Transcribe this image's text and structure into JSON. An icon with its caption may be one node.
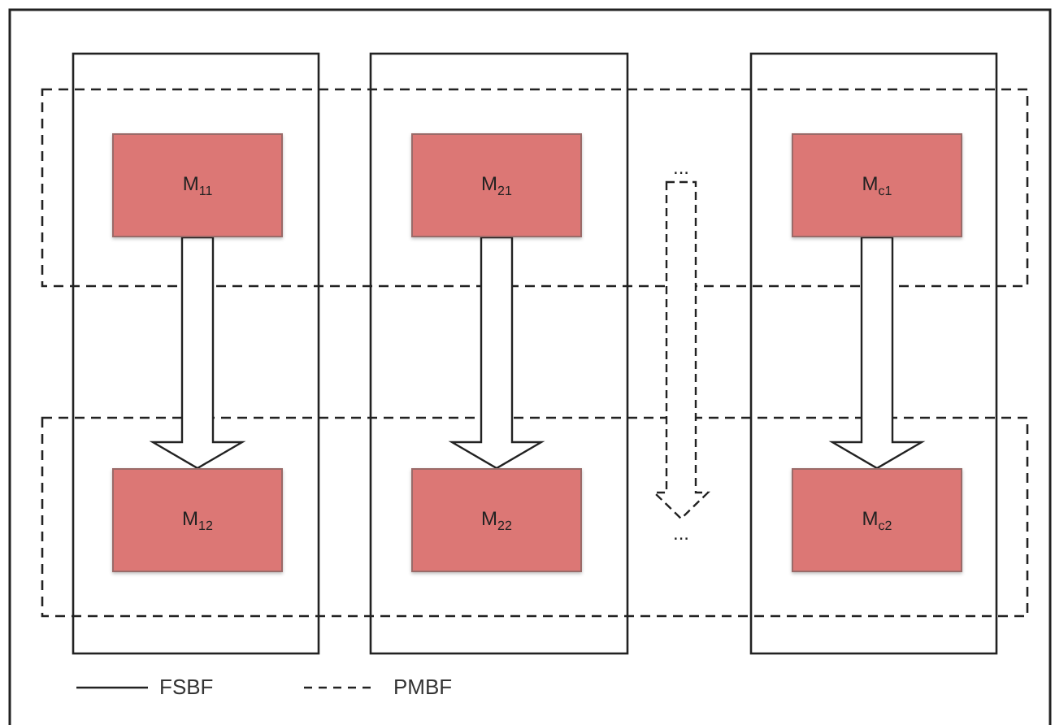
{
  "diagram": {
    "nodes": [
      {
        "text": [
          "M$_{11}$"
        ]
      },
      {
        "text": [
          "M$_{21}$"
        ]
      },
      {
        "text": [
          "..."
        ]
      },
      {
        "text": [
          "M$_{c1}$"
        ]
      },
      {
        "text": [
          "M$_{12}$"
        ]
      },
      {
        "text": [
          "M$_{22}$"
        ]
      },
      {
        "text": [
          "..."
        ]
      },
      {
        "text": [
          "M$_{c2}$"
        ]
      }
    ],
    "edges": [
      {
        "from": 0,
        "to": 4,
        "arrow": "to"
      },
      {
        "from": 1,
        "to": 5,
        "arrow": "to"
      },
      {
        "from": 2,
        "to": 6,
        "arrow": "to",
        "style": "dashed"
      },
      {
        "from": 3,
        "to": 7,
        "arrow": "to"
      }
    ],
    "legend": [
      {
        "text": "FSBF"
      },
      {
        "text": "PMBF"
      }
    ]
  }
}
